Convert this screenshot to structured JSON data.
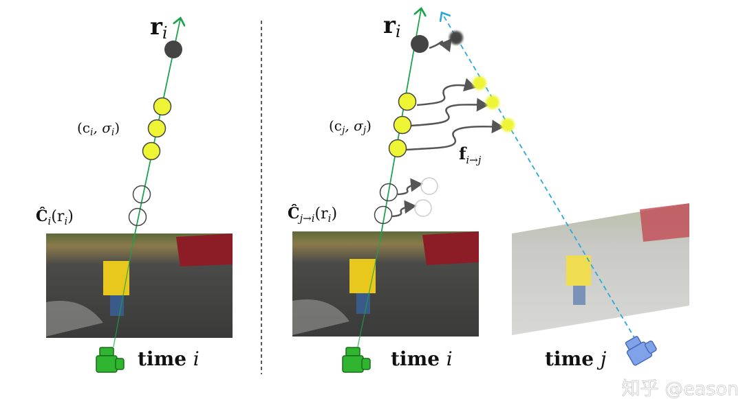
{
  "left_panel": {
    "ray_label": "r",
    "ray_label_sub": "i",
    "sample_label": "(c",
    "sample_label_sub": "i",
    "sample_label_mid": ", σ",
    "sample_label_sub2": "i",
    "sample_label_end": ")",
    "color_label": "Ĉ",
    "color_label_sub": "i",
    "color_label_arg": "(r",
    "color_label_arg_sub": "i",
    "color_label_end": ")",
    "time_label": "time",
    "time_var": "i"
  },
  "right_panel": {
    "ray_label": "r",
    "ray_label_sub": "i",
    "sample_label": "(c",
    "sample_label_sub": "j",
    "sample_label_mid": ", σ",
    "sample_label_sub2": "j",
    "sample_label_end": ")",
    "flow_label": "f",
    "flow_label_sub": "i→j",
    "color_label": "Ĉ",
    "color_label_sub": "j→i",
    "color_label_arg": "(r",
    "color_label_arg_sub": "i",
    "color_label_end": ")",
    "time_label_i": "time",
    "time_var_i": "i",
    "time_label_j": "time",
    "time_var_j": "j"
  },
  "watermark": "知乎 @eason",
  "colors": {
    "ray_green": "#1aa34a",
    "ray_blue_dashed": "#2aa8d8",
    "sample_yellow": "#eef535",
    "dark_sample": "#444444",
    "camera_green": "#2fb52f",
    "camera_blue": "#7fa2e8"
  }
}
